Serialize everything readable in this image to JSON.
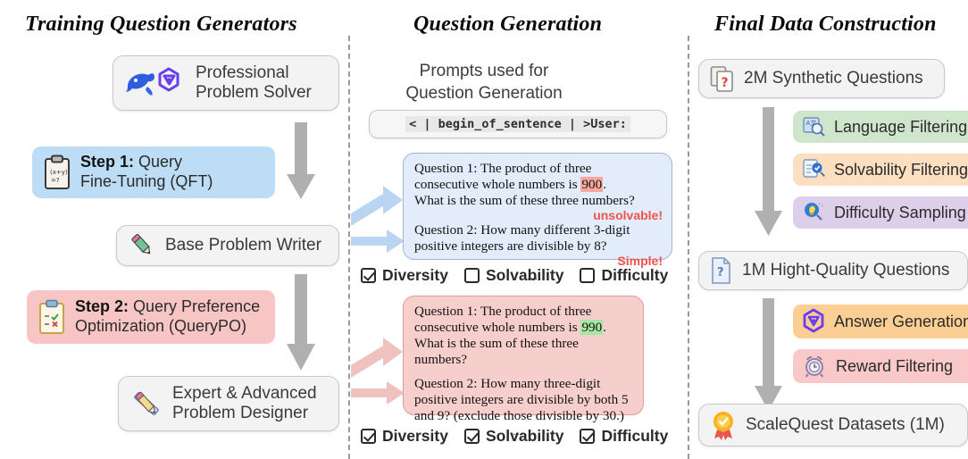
{
  "columns": {
    "left": {
      "title": "Training Question Generators"
    },
    "middle": {
      "title": "Question Generation"
    },
    "right": {
      "title": "Final Data Construction"
    }
  },
  "left": {
    "professional_solver": {
      "label": "Professional\nProblem Solver",
      "icon": "deepseek-whale-qwen-icon"
    },
    "step1": {
      "label_bold": "Step 1:",
      "label_rest": " Query\nFine-Tuning (QFT)",
      "icon": "clipboard-math-icon",
      "color": "#bcddf5"
    },
    "base_writer": {
      "label": "Base Problem Writer",
      "icon": "pencil-icon"
    },
    "step2": {
      "label_bold": "Step 2:",
      "label_rest": " Query Preference\nOptimization (QueryPO)",
      "icon": "clipboard-check-icon",
      "color": "#f7c6c4"
    },
    "expert_designer": {
      "label": "Expert & Advanced\nProblem Designer",
      "icon": "ruler-pencil-icon"
    }
  },
  "middle": {
    "caption": "Prompts used for\nQuestion Generation",
    "code": "< | begin_of_sentence | >User:",
    "blue_sample": {
      "q1_a": "Question 1: The product of three",
      "q1_b_pre": "consecutive whole numbers is ",
      "q1_b_hl": "900",
      "q1_b_post": ".",
      "q1_c": "What is the sum of these three numbers?",
      "tag1": "unsolvable!",
      "q2_a": "Question 2: How many different 3-digit",
      "q2_b": "positive integers are divisible by 8?",
      "tag2": "Simple!",
      "dots": "......"
    },
    "blue_checks": [
      {
        "label": "Diversity",
        "checked": true
      },
      {
        "label": "Solvability",
        "checked": false
      },
      {
        "label": "Difficulty",
        "checked": false
      }
    ],
    "pink_sample": {
      "q1_a": "Question 1: The product of three",
      "q1_b_pre": "consecutive whole numbers is ",
      "q1_b_hl": "990",
      "q1_b_post": ".",
      "q1_c": "What is the sum of these three numbers?",
      "q2_a": "Question 2: How many three-digit",
      "q2_b": "positive integers are divisible by both 5",
      "q2_c": "and 9? (exclude those divisible by 30.)",
      "dots": "......"
    },
    "pink_checks": [
      {
        "label": "Diversity",
        "checked": true
      },
      {
        "label": "Solvability",
        "checked": true
      },
      {
        "label": "Difficulty",
        "checked": true
      }
    ]
  },
  "right": {
    "synthetic": {
      "label": "2M Synthetic Questions",
      "icon": "question-cards-icon"
    },
    "filters": [
      {
        "label": "Language Filtering",
        "icon": "translate-search-icon",
        "color": "#cfe6cd"
      },
      {
        "label": "Solvability Filtering",
        "icon": "doc-check-search-icon",
        "color": "#fbdfc0"
      },
      {
        "label": "Difficulty Sampling",
        "icon": "bulb-search-icon",
        "color": "#ddcfe9"
      }
    ],
    "highquality": {
      "label": "1M Hight-Quality Questions",
      "icon": "question-doc-icon"
    },
    "post": [
      {
        "label": "Answer Generation",
        "icon": "qwen-logo-icon",
        "color": "#fbcf93"
      },
      {
        "label": "Reward Filtering",
        "icon": "alarm-clock-icon",
        "color": "#f8c9c8"
      }
    ],
    "final": {
      "label": "ScaleQuest Datasets (1M)",
      "icon": "award-ribbon-icon"
    }
  },
  "theme": {
    "arrow_grey": "#b0b0b0",
    "arrow_blue": "#b9d5f2",
    "arrow_pink": "#f0c2bf",
    "divider": "#9a9a9a"
  }
}
